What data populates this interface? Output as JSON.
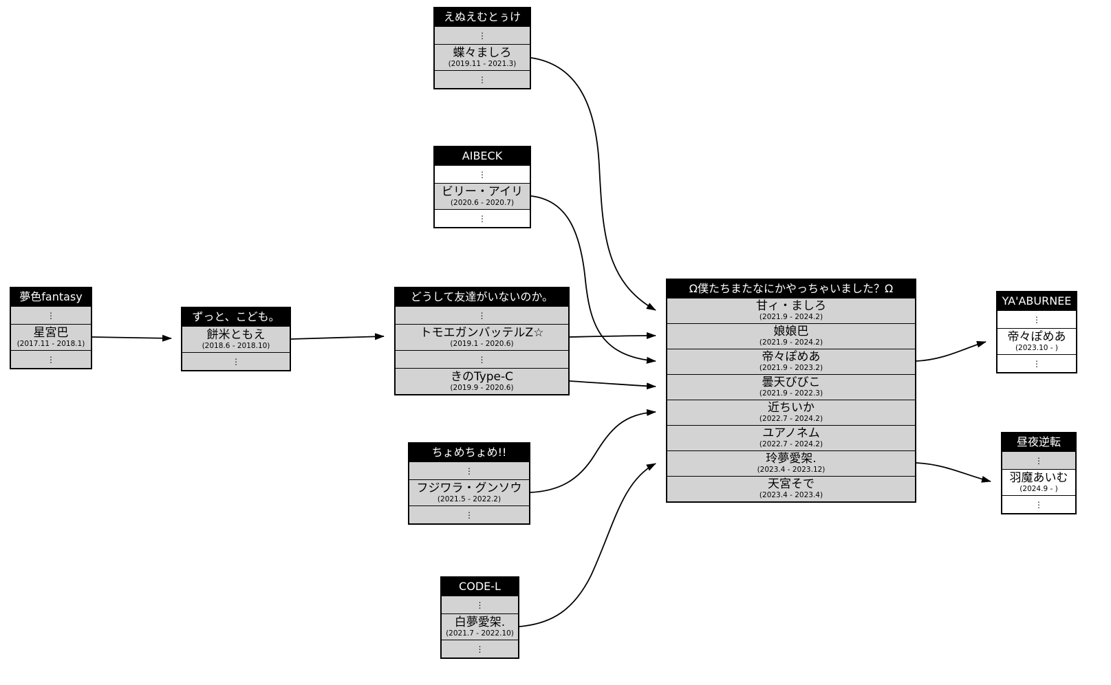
{
  "glyphs": {
    "vertical_ellipsis": "⋮"
  },
  "colors": {
    "header_bg": "#000000",
    "header_text": "#ffffff",
    "row_former": "#d3d3d3",
    "row_current": "#ffffff",
    "border": "#000000",
    "edge": "#000000"
  },
  "groups": [
    {
      "title": "えぬえむとぅけ",
      "rows": [
        {
          "type": "dots",
          "shade": "gray"
        },
        {
          "type": "member",
          "shade": "gray",
          "name": "蝶々ましろ",
          "dates": "(2019.11 - 2021.3)"
        },
        {
          "type": "dots",
          "shade": "gray"
        }
      ]
    },
    {
      "title": "AIBECK",
      "rows": [
        {
          "type": "dots",
          "shade": "white"
        },
        {
          "type": "member",
          "shade": "gray",
          "name": "ビリー・アイリ",
          "dates": "(2020.6 - 2020.7)"
        },
        {
          "type": "dots",
          "shade": "white"
        }
      ]
    },
    {
      "title": "夢色fantasy",
      "rows": [
        {
          "type": "dots",
          "shade": "gray"
        },
        {
          "type": "member",
          "shade": "gray",
          "name": "星宮巴",
          "dates": "(2017.11 - 2018.1)"
        },
        {
          "type": "dots",
          "shade": "gray"
        }
      ]
    },
    {
      "title": "ずっと、こども。",
      "rows": [
        {
          "type": "member",
          "shade": "gray",
          "name": "餅米ともえ",
          "dates": "(2018.6 - 2018.10)"
        },
        {
          "type": "dots",
          "shade": "gray"
        }
      ]
    },
    {
      "title": "どうして友達がいないのか。",
      "rows": [
        {
          "type": "dots",
          "shade": "gray"
        },
        {
          "type": "member",
          "shade": "gray",
          "name": "トモエガンバッテルZ☆",
          "dates": "(2019.1 - 2020.6)"
        },
        {
          "type": "dots",
          "shade": "gray"
        },
        {
          "type": "member",
          "shade": "gray",
          "name": "きのType-C",
          "dates": "(2019.9 - 2020.6)"
        }
      ]
    },
    {
      "title": "ちょめちょめ!!",
      "rows": [
        {
          "type": "dots",
          "shade": "gray"
        },
        {
          "type": "member",
          "shade": "gray",
          "name": "フジワラ・グンソウ",
          "dates": "(2021.5 - 2022.2)"
        },
        {
          "type": "dots",
          "shade": "gray"
        }
      ]
    },
    {
      "title": "CODE-L",
      "rows": [
        {
          "type": "dots",
          "shade": "gray"
        },
        {
          "type": "member",
          "shade": "gray",
          "name": "白夢愛架.",
          "dates": "(2021.7 - 2022.10)"
        },
        {
          "type": "dots",
          "shade": "gray"
        }
      ]
    },
    {
      "title": "Ω僕たちまたなにかやっちゃいました？Ω",
      "rows": [
        {
          "type": "member",
          "shade": "gray",
          "name": "甘ィ・ましろ",
          "dates": "(2021.9 - 2024.2)"
        },
        {
          "type": "member",
          "shade": "gray",
          "name": "娘娘巴",
          "dates": "(2021.9 - 2024.2)"
        },
        {
          "type": "member",
          "shade": "gray",
          "name": "帝々ぽめあ",
          "dates": "(2021.9 - 2023.2)"
        },
        {
          "type": "member",
          "shade": "gray",
          "name": "曇天びびこ",
          "dates": "(2021.9 - 2022.3)"
        },
        {
          "type": "member",
          "shade": "gray",
          "name": "近ちいか",
          "dates": "(2022.7 - 2024.2)"
        },
        {
          "type": "member",
          "shade": "gray",
          "name": "ユアノネム",
          "dates": "(2022.7 - 2024.2)"
        },
        {
          "type": "member",
          "shade": "gray",
          "name": "玲夢愛架.",
          "dates": "(2023.4 - 2023.12)"
        },
        {
          "type": "member",
          "shade": "gray",
          "name": "天宮そで",
          "dates": "(2023.4 - 2023.4)"
        }
      ]
    },
    {
      "title": "YA'ABURNEE",
      "rows": [
        {
          "type": "dots",
          "shade": "white"
        },
        {
          "type": "member",
          "shade": "white",
          "name": "帝々ぽめあ",
          "dates": "(2023.10 - )"
        },
        {
          "type": "dots",
          "shade": "white"
        }
      ]
    },
    {
      "title": "昼夜逆転",
      "rows": [
        {
          "type": "dots",
          "shade": "gray"
        },
        {
          "type": "member",
          "shade": "white",
          "name": "羽魔あいむ",
          "dates": "(2024.9 - )"
        },
        {
          "type": "dots",
          "shade": "white"
        }
      ]
    }
  ],
  "edges": [
    {
      "from_group": "夢色fantasy",
      "from_member": "星宮巴",
      "to_group": "ずっと、こども。",
      "to_member": "餅米ともえ"
    },
    {
      "from_group": "ずっと、こども。",
      "from_member": "餅米ともえ",
      "to_group": "どうして友達がいないのか。",
      "to_member": "トモエガンバッテルZ☆"
    },
    {
      "from_group": "えぬえむとぅけ",
      "from_member": "蝶々ましろ",
      "to_group": "Ω僕たちまたなにかやっちゃいました？Ω",
      "to_member": "甘ィ・ましろ"
    },
    {
      "from_group": "AIBECK",
      "from_member": "ビリー・アイリ",
      "to_group": "Ω僕たちまたなにかやっちゃいました？Ω",
      "to_member": "帝々ぽめあ"
    },
    {
      "from_group": "どうして友達がいないのか。",
      "from_member": "トモエガンバッテルZ☆",
      "to_group": "Ω僕たちまたなにかやっちゃいました？Ω",
      "to_member": "娘娘巴"
    },
    {
      "from_group": "どうして友達がいないのか。",
      "from_member": "きのType-C",
      "to_group": "Ω僕たちまたなにかやっちゃいました？Ω",
      "to_member": "曇天びびこ"
    },
    {
      "from_group": "ちょめちょめ!!",
      "from_member": "フジワラ・グンソウ",
      "to_group": "Ω僕たちまたなにかやっちゃいました？Ω",
      "to_member": "近ちいか"
    },
    {
      "from_group": "CODE-L",
      "from_member": "白夢愛架.",
      "to_group": "Ω僕たちまたなにかやっちゃいました？Ω",
      "to_member": "玲夢愛架."
    },
    {
      "from_group": "Ω僕たちまたなにかやっちゃいました？Ω",
      "from_member": "帝々ぽめあ",
      "to_group": "YA'ABURNEE",
      "to_member": "帝々ぽめあ"
    },
    {
      "from_group": "Ω僕たちまたなにかやっちゃいました？Ω",
      "from_member": "玲夢愛架.",
      "to_group": "昼夜逆転",
      "to_member": "羽魔あいむ"
    }
  ]
}
